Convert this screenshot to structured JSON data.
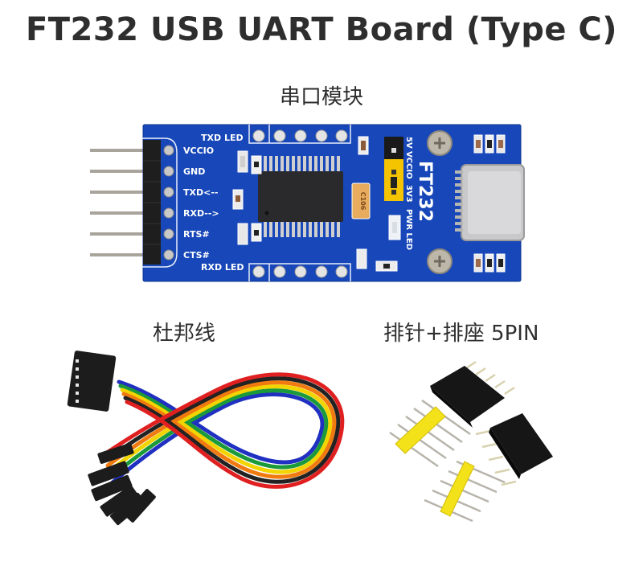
{
  "page": {
    "title": "FT232 USB UART Board (Type C)"
  },
  "sections": {
    "module": {
      "caption": "串口模块"
    },
    "cable": {
      "caption": "杜邦线"
    },
    "headers": {
      "caption": "排针+排座 5PIN"
    }
  },
  "board": {
    "color": "#1747b8",
    "silkscreen_color": "#ffffff",
    "pin_labels": [
      "VCCIO",
      "GND",
      "TXD<--",
      "RXD-->",
      "RTS#",
      "CTS#"
    ],
    "led_labels": {
      "txd": "TXD LED",
      "rxd": "RXD LED",
      "pwr": "PWR LED"
    },
    "jumper_labels": {
      "five_v": "5V",
      "vccio": "VCCIO",
      "three_v3": "3V3"
    },
    "chip_name": "FT232",
    "capacitor_marking": "C106",
    "connector": "Type-C",
    "jumper_color": "#f5c400"
  },
  "cable": {
    "wire_colors": [
      "#e02020",
      "#222222",
      "#f07a10",
      "#f2d400",
      "#1a9a3a",
      "#2030c0"
    ],
    "connector_color": "#1c1c1c"
  },
  "pin_headers": {
    "pins_per_header": 5,
    "male_header_color": "#f3e11a",
    "female_header_color": "#161616"
  }
}
